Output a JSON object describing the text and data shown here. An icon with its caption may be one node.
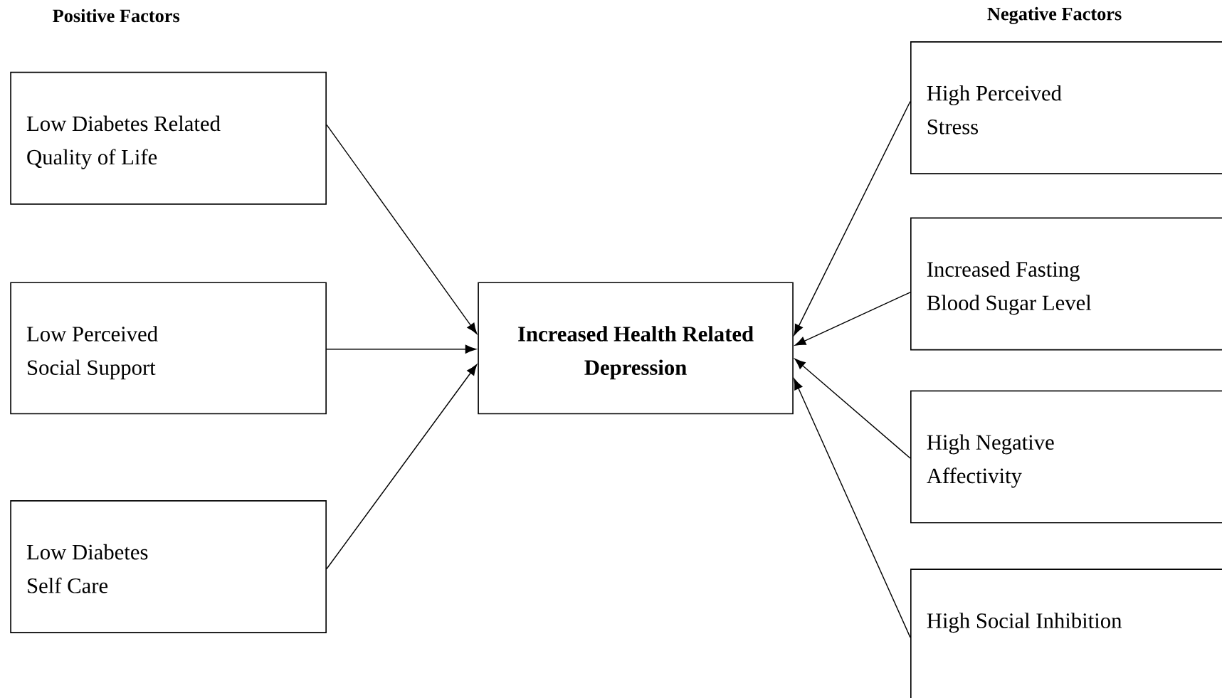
{
  "diagram": {
    "nodes": [
      {
        "text": [
          "Low Diabetes Related Quality of Life"
        ]
      },
      {
        "text": [
          "Low Perceived Social Support"
        ]
      },
      {
        "text": [
          "Low Diabetes Self Care"
        ]
      },
      {
        "text": [
          "Increased Health Related Depression"
        ]
      },
      {
        "text": [
          "High Perceived Stress"
        ]
      },
      {
        "text": [
          "Increased Fasting Blood Sugar Level"
        ]
      },
      {
        "text": [
          "High Negative Affectivity"
        ]
      },
      {
        "text": [
          "High Social Inhibition"
        ]
      }
    ],
    "edges": [
      {
        "from": 0,
        "to": 3,
        "arrow": "to"
      },
      {
        "from": 1,
        "to": 3,
        "arrow": "to"
      },
      {
        "from": 2,
        "to": 3,
        "arrow": "to"
      },
      {
        "from": 4,
        "to": 3,
        "arrow": "to"
      },
      {
        "from": 5,
        "to": 3,
        "arrow": "to"
      },
      {
        "from": 6,
        "to": 3,
        "arrow": "to"
      },
      {
        "from": 7,
        "to": 3,
        "arrow": "to"
      }
    ],
    "labels": [
      "Positive Factors",
      "Negative Factors"
    ]
  }
}
